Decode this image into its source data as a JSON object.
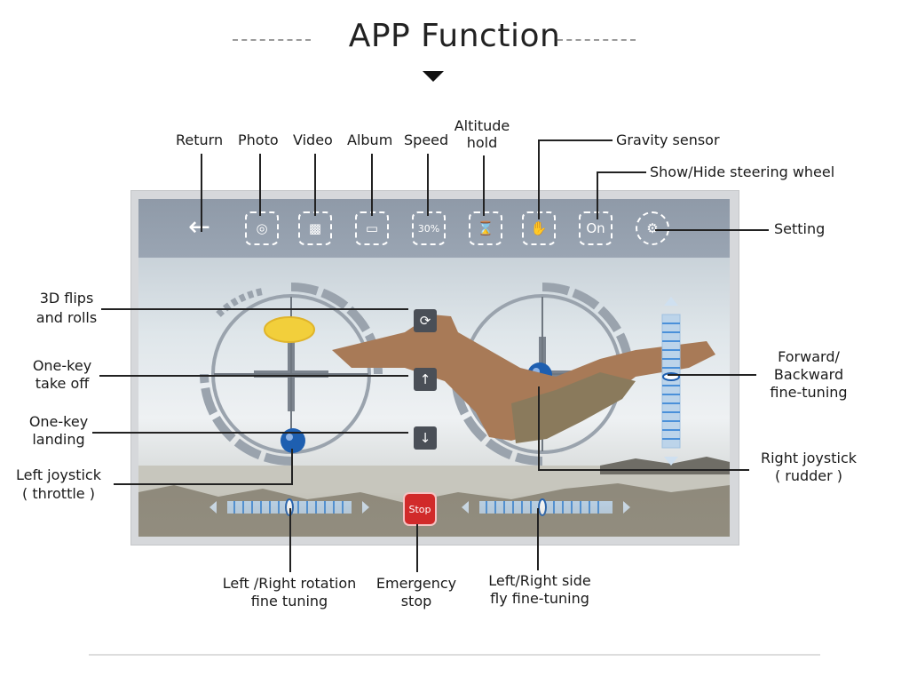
{
  "header": {
    "title": "APP Function"
  },
  "top_labels": {
    "return": "Return",
    "photo": "Photo",
    "video": "Video",
    "album": "Album",
    "speed": "Speed",
    "altitude_hold_1": "Altitude",
    "altitude_hold_2": "hold",
    "gravity_sensor": "Gravity sensor",
    "show_hide_wheel": "Show/Hide steering wheel",
    "setting": "Setting"
  },
  "left_labels": {
    "flips_1": "3D flips",
    "flips_2": "and rolls",
    "takeoff_1": "One-key",
    "takeoff_2": "take off",
    "landing_1": "One-key",
    "landing_2": "landing",
    "left_joystick_1": "Left joystick",
    "left_joystick_2": "( throttle )"
  },
  "right_labels": {
    "fwd_1": "Forward/",
    "fwd_2": "Backward",
    "fwd_3": "fine-tuning",
    "right_joystick_1": "Right joystick",
    "right_joystick_2": "( rudder )"
  },
  "bottom_labels": {
    "rotation_1": "Left /Right rotation",
    "rotation_2": "fine tuning",
    "emergency_1": "Emergency",
    "emergency_2": "stop",
    "side_1": "Left/Right side",
    "side_2": "fly fine-tuning"
  },
  "screen": {
    "speed_value": "30%",
    "toggle_value": "On",
    "stop_label": "Stop"
  },
  "icons": {
    "return": "arrow-left-icon",
    "photo": "camera-icon",
    "video": "video-camera-icon",
    "album": "folder-icon",
    "altitude_hold": "hourglass-icon",
    "gravity_sensor": "hand-icon",
    "setting": "gear-icon",
    "flip": "spiral-icon",
    "takeoff": "arrow-up-icon",
    "landing": "arrow-down-icon"
  },
  "colors": {
    "joystick_ball": "#1e5fb0",
    "stop_button": "#d12a2a",
    "top_bar": "#95a0ae"
  }
}
